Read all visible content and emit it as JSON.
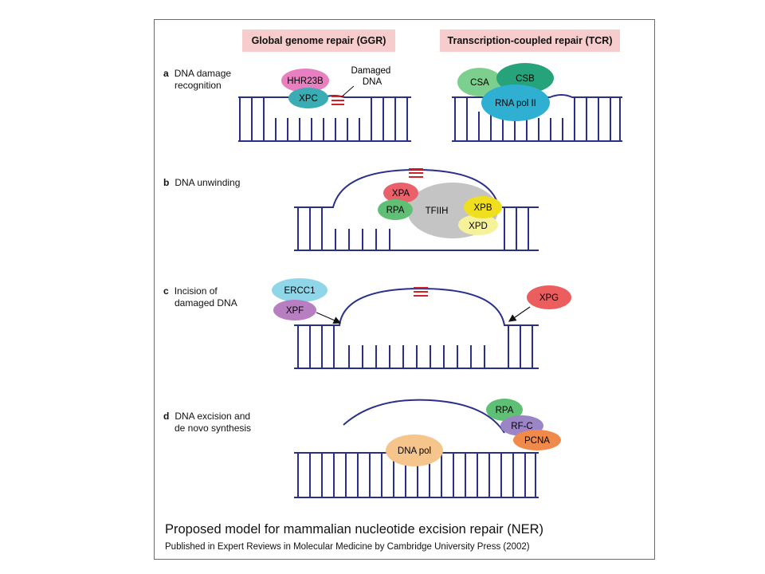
{
  "headers": {
    "ggr": "Global genome repair (GGR)",
    "tcr": "Transcription-coupled repair (TCR)"
  },
  "steps": {
    "a": {
      "letter": "a",
      "line1": "DNA damage",
      "line2": "recognition"
    },
    "b": {
      "letter": "b",
      "line1": "DNA unwinding"
    },
    "c": {
      "letter": "c",
      "line1": "Incision of",
      "line2": "damaged DNA"
    },
    "d": {
      "letter": "d",
      "line1": "DNA excision and",
      "line2": "de novo synthesis"
    }
  },
  "damage_label": {
    "line1": "Damaged",
    "line2": "DNA"
  },
  "proteins": {
    "hhr23b": "HHR23B",
    "xpc": "XPC",
    "csa": "CSA",
    "csb": "CSB",
    "rna_pol": "RNA pol II",
    "xpa": "XPA",
    "rpa_b": "RPA",
    "tfiih": "TFIIH",
    "xpb": "XPB",
    "xpd": "XPD",
    "ercc1": "ERCC1",
    "xpf": "XPF",
    "xpg": "XPG",
    "rpa_d": "RPA",
    "rfc": "RF-C",
    "pcna": "PCNA",
    "dna_pol": "DNA pol"
  },
  "caption": "Proposed model for mammalian nucleotide excision repair (NER)",
  "credit": "Published in Expert Reviews in Molecular Medicine by Cambridge University Press (2002)",
  "colors": {
    "dna": "#2b2f8c",
    "lesion": "#d0212b",
    "header_bg": "#f6cccc",
    "hhr23b": "#e77fc0",
    "xpc": "#3aacb3",
    "csa": "#7ccf8d",
    "csb": "#26a37b",
    "rna_pol": "#2fb0d2",
    "xpa": "#e8616b",
    "rpa": "#5fbf75",
    "tfiih": "#c4c4c4",
    "xpb": "#f0df1e",
    "xpd": "#f6f29a",
    "ercc1": "#8fd6e8",
    "xpf": "#b77fc1",
    "xpg": "#ec5e5e",
    "rfc": "#9b85c7",
    "pcna": "#f08a4b",
    "dna_pol": "#f6c58c"
  }
}
